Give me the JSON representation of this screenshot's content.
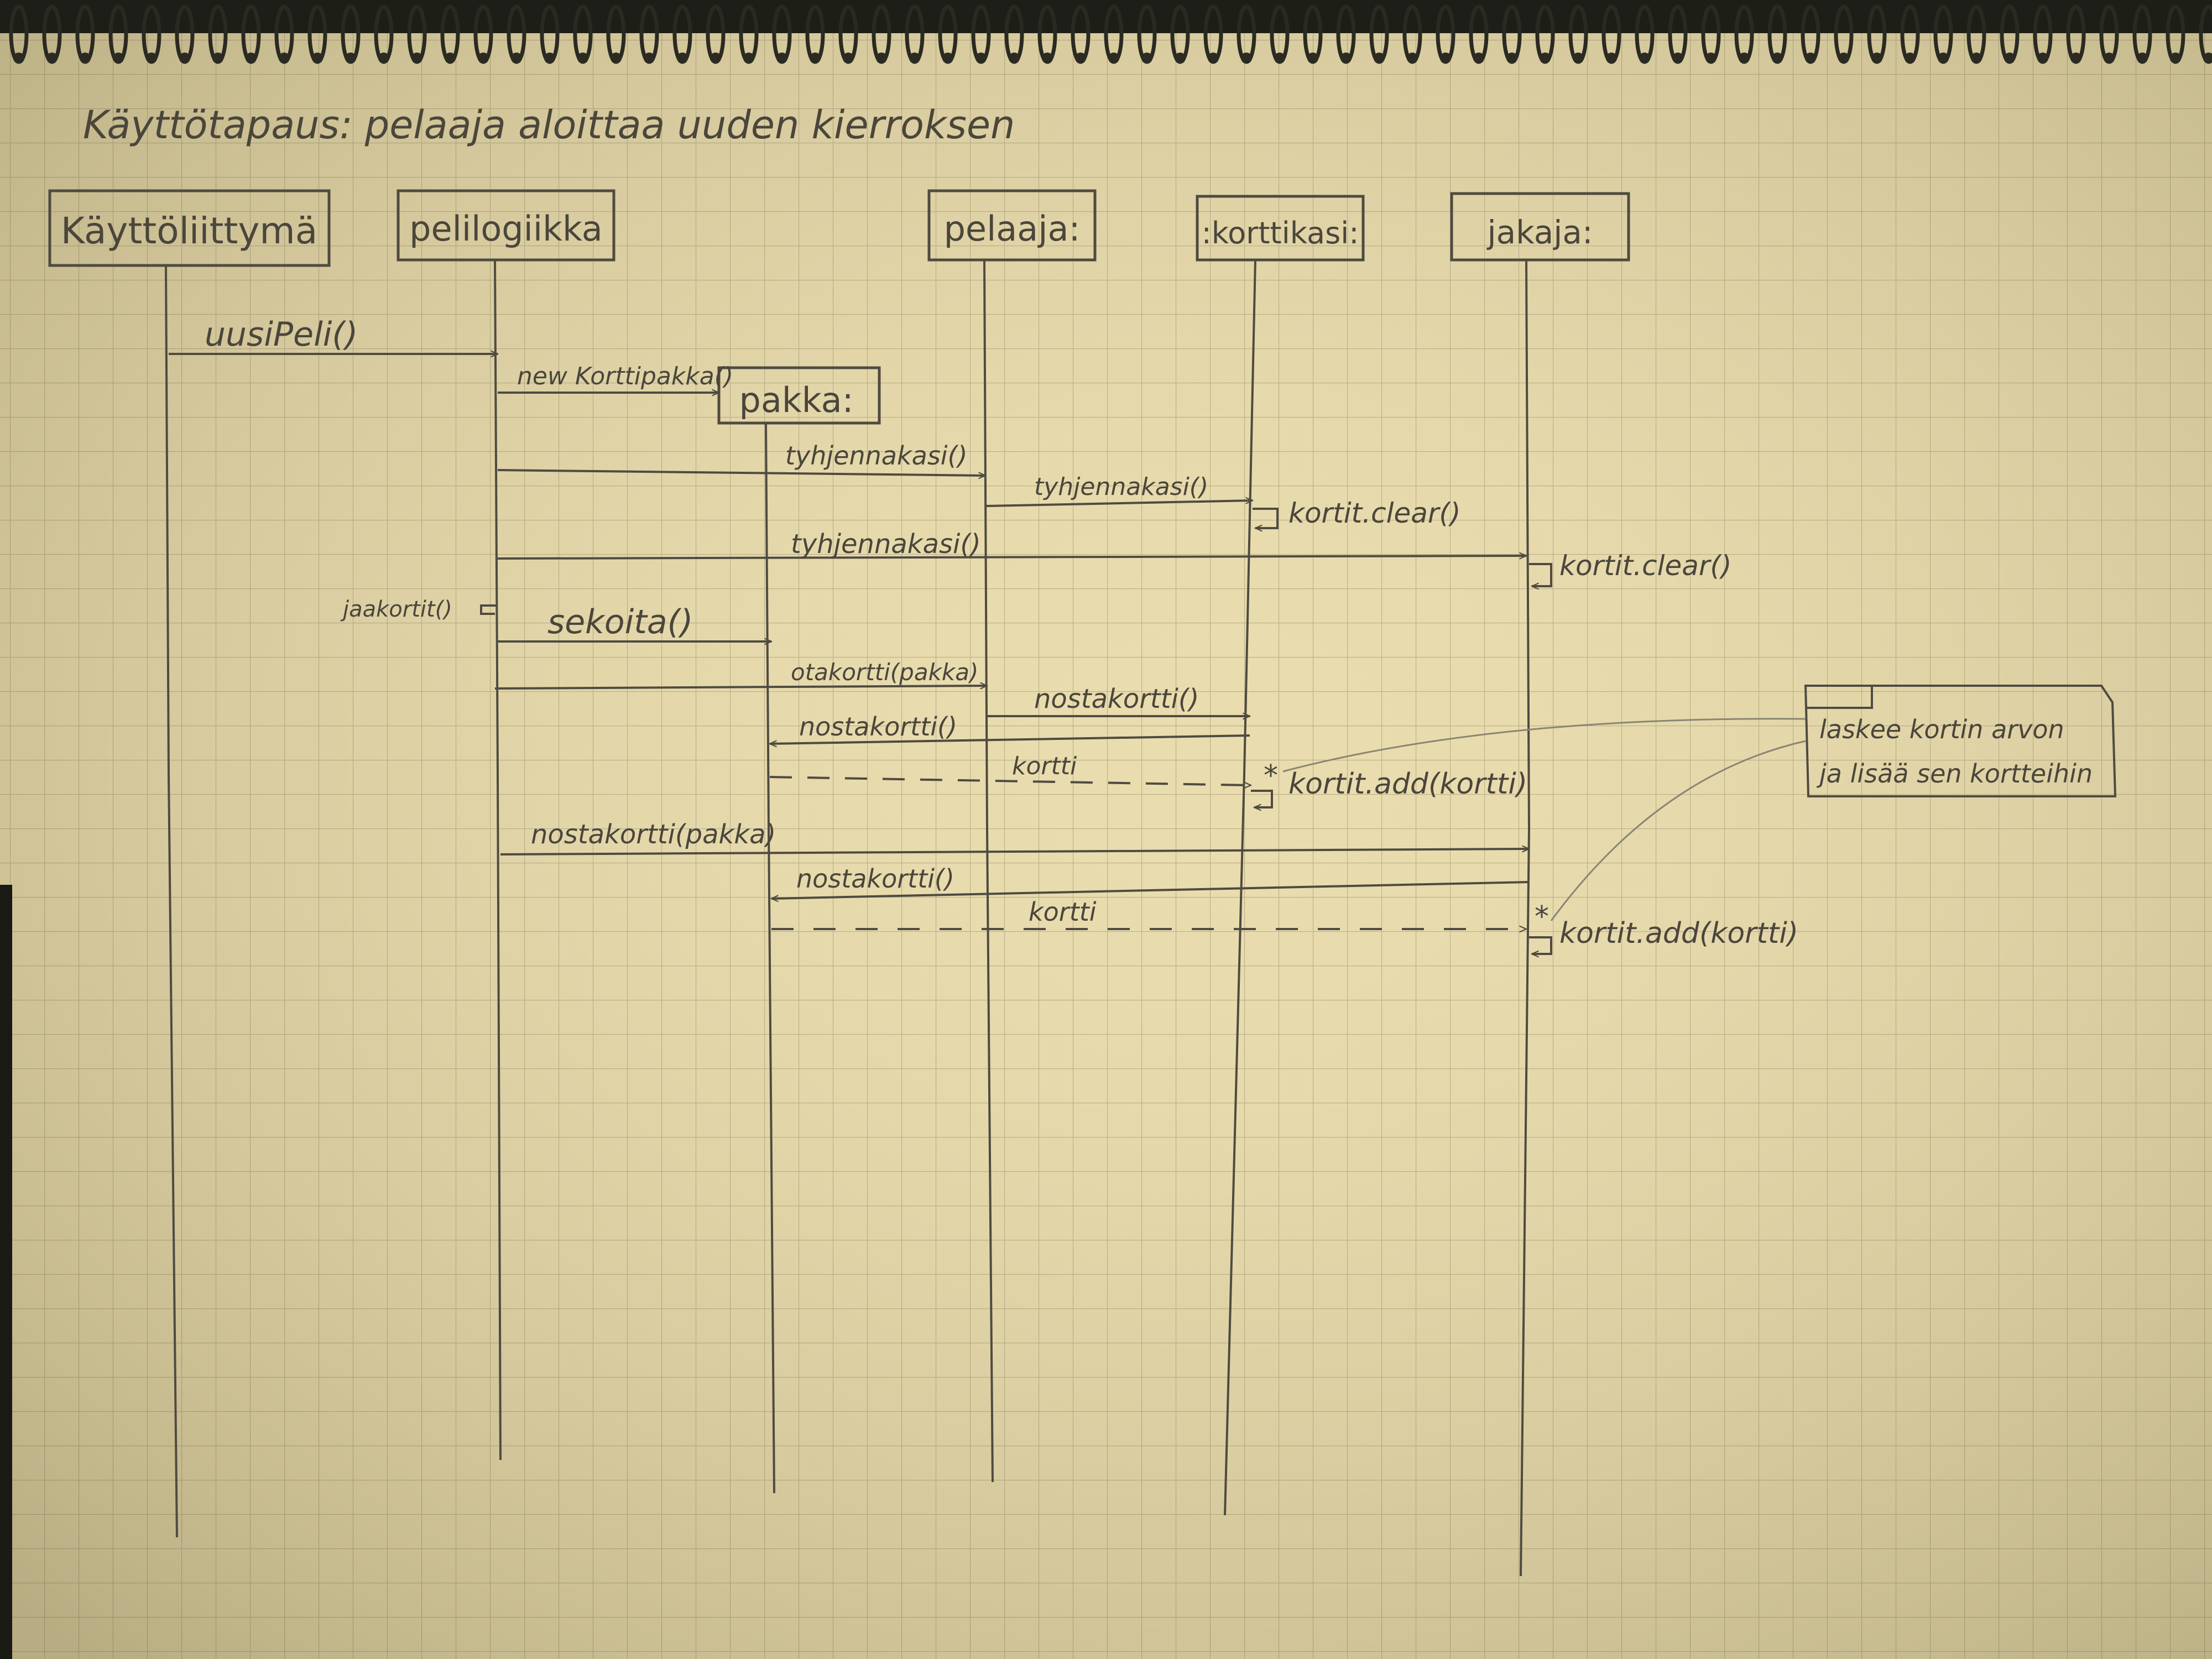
{
  "title": "Käyttötapaus: pelaaja aloittaa uuden kierroksen",
  "colors": {
    "paper": "#e9dcae",
    "grid": "#b9ad86",
    "ink": "#4f4b40",
    "note_line": "#8a8574"
  },
  "lifelines": [
    {
      "id": "ui",
      "label": "Käyttöliittymä"
    },
    {
      "id": "logic",
      "label": "pelilogiikka"
    },
    {
      "id": "deck",
      "label": "pakka:"
    },
    {
      "id": "player",
      "label": "pelaaja:"
    },
    {
      "id": "hand",
      "label": ":korttikasi:"
    },
    {
      "id": "dealer",
      "label": "jakaja:"
    }
  ],
  "messages": [
    {
      "label": "uusiPeli()",
      "from": "ui",
      "to": "logic",
      "style": "solid"
    },
    {
      "label": "new Korttipakka()",
      "from": "logic",
      "to": "deck",
      "style": "create"
    },
    {
      "label": "tyhjennakasi()",
      "from": "logic",
      "to": "player",
      "style": "solid"
    },
    {
      "label": "tyhjennakasi()",
      "from": "player",
      "to": "hand",
      "style": "solid"
    },
    {
      "label": "kortit.clear()",
      "from": "hand",
      "to": "hand",
      "style": "self"
    },
    {
      "label": "tyhjennakasi()",
      "from": "logic",
      "to": "dealer",
      "style": "solid"
    },
    {
      "label": "kortit.clear()",
      "from": "dealer",
      "to": "dealer",
      "style": "self"
    },
    {
      "label": "jaakortit()",
      "from": "logic",
      "to": "logic",
      "style": "self-left"
    },
    {
      "label": "sekoita()",
      "from": "logic",
      "to": "deck",
      "style": "solid"
    },
    {
      "label": "otakortti(pakka)",
      "from": "logic",
      "to": "player",
      "style": "solid"
    },
    {
      "label": "nostakortti()",
      "from": "player",
      "to": "hand",
      "style": "solid"
    },
    {
      "label": "nostakortti()",
      "from": "hand",
      "to": "deck",
      "style": "solid"
    },
    {
      "label": "kortti",
      "from": "deck",
      "to": "hand",
      "style": "dashed"
    },
    {
      "label": "kortit.add(kortti)",
      "from": "hand",
      "to": "hand",
      "style": "self"
    },
    {
      "label": "nostakortti(pakka)",
      "from": "logic",
      "to": "dealer",
      "style": "solid"
    },
    {
      "label": "nostakortti()",
      "from": "dealer",
      "to": "deck",
      "style": "solid"
    },
    {
      "label": "kortti",
      "from": "deck",
      "to": "dealer",
      "style": "dashed"
    },
    {
      "label": "kortit.add(kortti)",
      "from": "dealer",
      "to": "dealer",
      "style": "self"
    }
  ],
  "note": {
    "line1": "laskee kortin arvon",
    "line2": "ja lisää sen kortteihin"
  }
}
